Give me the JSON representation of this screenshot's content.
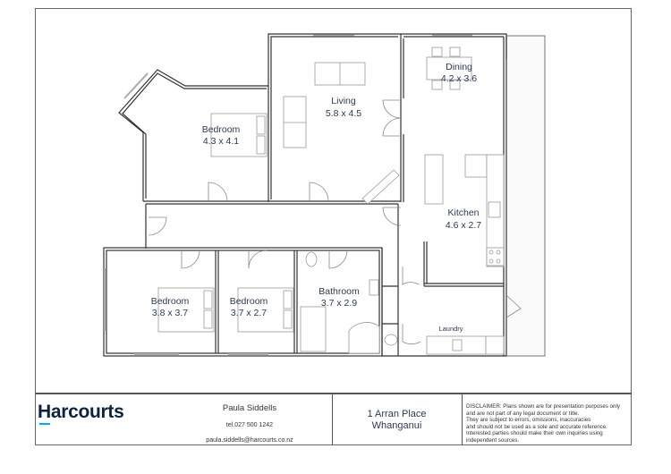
{
  "floorplan": {
    "rooms": [
      {
        "name": "Bedroom",
        "dims": "4.3 x 4.1"
      },
      {
        "name": "Living",
        "dims": "5.8 x 4.5"
      },
      {
        "name": "Dining",
        "dims": "4.2 x 3.6"
      },
      {
        "name": "Kitchen",
        "dims": "4.6 x 2.7"
      },
      {
        "name": "Bedroom",
        "dims": "3.8 x 3.7"
      },
      {
        "name": "Bedroom",
        "dims": "3.7 x 2.7"
      },
      {
        "name": "Bathroom",
        "dims": "3.7 x 2.9"
      },
      {
        "name": "Laundry",
        "dims": ""
      }
    ],
    "wall_color": "#333333",
    "label_color": "#2a3a55"
  },
  "footer": {
    "brand": "Harcourts",
    "brand_color": "#0c2340",
    "brand_accent": "#00adef",
    "agent_name": "Paula Siddells",
    "agent_tel": "tel.027 500 1242",
    "agent_email": "paula.siddells@harcourts.co.nz",
    "address_line1": "1 Arran Place",
    "address_line2": "Whanganui",
    "disclaimer": "DISCLAIMER:  Plans shown are for presentation purposes only\nand are not part of any legal document or title.\nThey are subject to errors, omissions, inaccuracies\nand should not be used as a sole and accurate reference.\nInterested parties should make their own inquiries using\nindependent sources."
  }
}
